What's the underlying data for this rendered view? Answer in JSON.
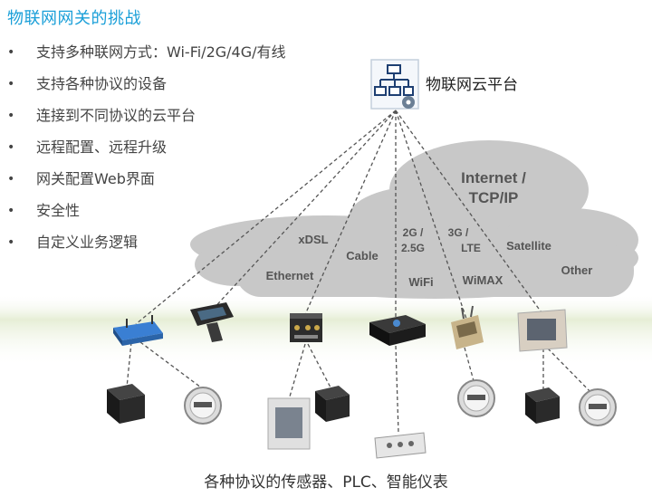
{
  "title": "物联网网关的挑战",
  "bullets": [
    "支持多种联网方式：Wi-Fi/2G/4G/有线",
    "支持各种协议的设备",
    "连接到不同协议的云平台",
    "远程配置、远程升级",
    "网关配置Web界面",
    "安全性",
    "自定义业务逻辑"
  ],
  "platform": {
    "label": "物联网云平台",
    "icon": "network-cloud-platform-icon"
  },
  "cloud": {
    "title_line1": "Internet /",
    "title_line2": "TCP/IP",
    "labels": {
      "ethernet": "Ethernet",
      "xdsl": "xDSL",
      "cable": "Cable",
      "two_g_line1": "2G /",
      "two_g_line2": "2.5G",
      "wifi": "WiFi",
      "three_g_line1": "3G /",
      "three_g_line2": "LTE",
      "wimax": "WiMAX",
      "satellite": "Satellite",
      "other": "Other"
    }
  },
  "caption": "各种协议的传感器、PLC、智能仪表",
  "colors": {
    "title": "#1a9fd8",
    "cloud": "#c9c9c9",
    "ground": "#e8efd9",
    "line": "#555555"
  }
}
